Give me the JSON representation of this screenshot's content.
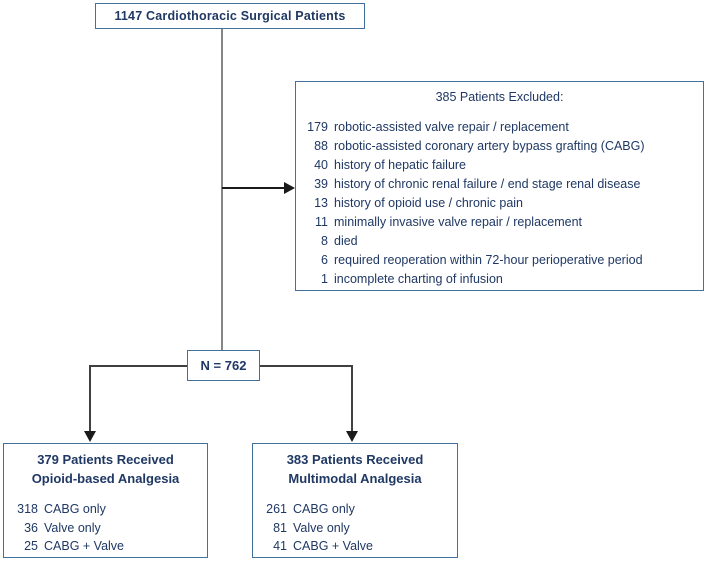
{
  "colors": {
    "box_border": "#41719C",
    "text": "#1F3864",
    "main_line": "#868686",
    "branch_line": "#404040",
    "arrow": "#1a1a1a"
  },
  "top_box": {
    "label": "1147 Cardiothoracic Surgical Patients"
  },
  "excluded_box": {
    "title": "385 Patients Excluded:",
    "items": [
      {
        "n": "179",
        "text": "robotic-assisted valve repair / replacement"
      },
      {
        "n": "88",
        "text": "robotic-assisted coronary artery bypass grafting (CABG)"
      },
      {
        "n": "40",
        "text": "history of hepatic failure"
      },
      {
        "n": "39",
        "text": "history of chronic renal failure / end stage renal disease"
      },
      {
        "n": "13",
        "text": "history of opioid use / chronic pain"
      },
      {
        "n": "11",
        "text": "minimally invasive valve repair / replacement"
      },
      {
        "n": "8",
        "text": "died"
      },
      {
        "n": "6",
        "text": "required reoperation within 72-hour perioperative period"
      },
      {
        "n": "1",
        "text": "incomplete charting of infusion"
      }
    ]
  },
  "n_box": {
    "label": "N = 762"
  },
  "left_box": {
    "title_line1": "379 Patients Received",
    "title_line2": "Opioid-based Analgesia",
    "items": [
      {
        "n": "318",
        "text": "CABG only"
      },
      {
        "n": "36",
        "text": "Valve only"
      },
      {
        "n": "25",
        "text": "CABG + Valve"
      }
    ]
  },
  "right_box": {
    "title_line1": "383 Patients Received",
    "title_line2": "Multimodal Analgesia",
    "items": [
      {
        "n": "261",
        "text": "CABG only"
      },
      {
        "n": "81",
        "text": "Valve only"
      },
      {
        "n": "41",
        "text": "CABG + Valve"
      }
    ]
  }
}
